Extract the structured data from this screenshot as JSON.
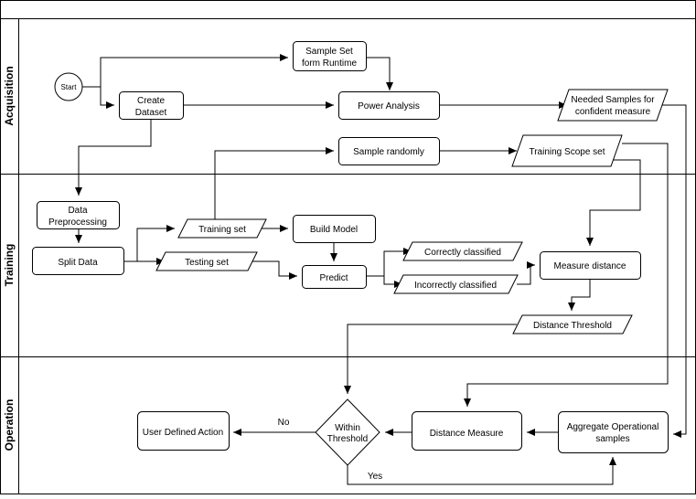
{
  "lanes": {
    "acquisition": "Acquisition",
    "training": "Training",
    "operation": "Operation"
  },
  "nodes": {
    "start": "Start",
    "sample_set_line1": "Sample Set",
    "sample_set_line2": "form Runtime",
    "create_dataset_line1": "Create",
    "create_dataset_line2": "Dataset",
    "power_analysis": "Power Analysis",
    "needed_samples_line1": "Needed Samples for",
    "needed_samples_line2": "confident measure",
    "sample_randomly": "Sample randomly",
    "training_scope_set": "Training Scope set",
    "data_preprocessing_line1": "Data",
    "data_preprocessing_line2": "Preprocessing",
    "split_data": "Split Data",
    "training_set": "Training set",
    "testing_set": "Testing set",
    "build_model": "Build Model",
    "predict": "Predict",
    "correctly_classified": "Correctly classified",
    "incorrectly_classified": "Incorrectly classified",
    "measure_distance": "Measure distance",
    "distance_threshold": "Distance Threshold",
    "user_defined_action": "User Defined Action",
    "within_threshold_line1": "Within",
    "within_threshold_line2": "Threshold",
    "distance_measure": "Distance Measure",
    "aggregate_line1": "Aggregate Operational",
    "aggregate_line2": "samples"
  },
  "edges": {
    "no": "No",
    "yes": "Yes"
  }
}
